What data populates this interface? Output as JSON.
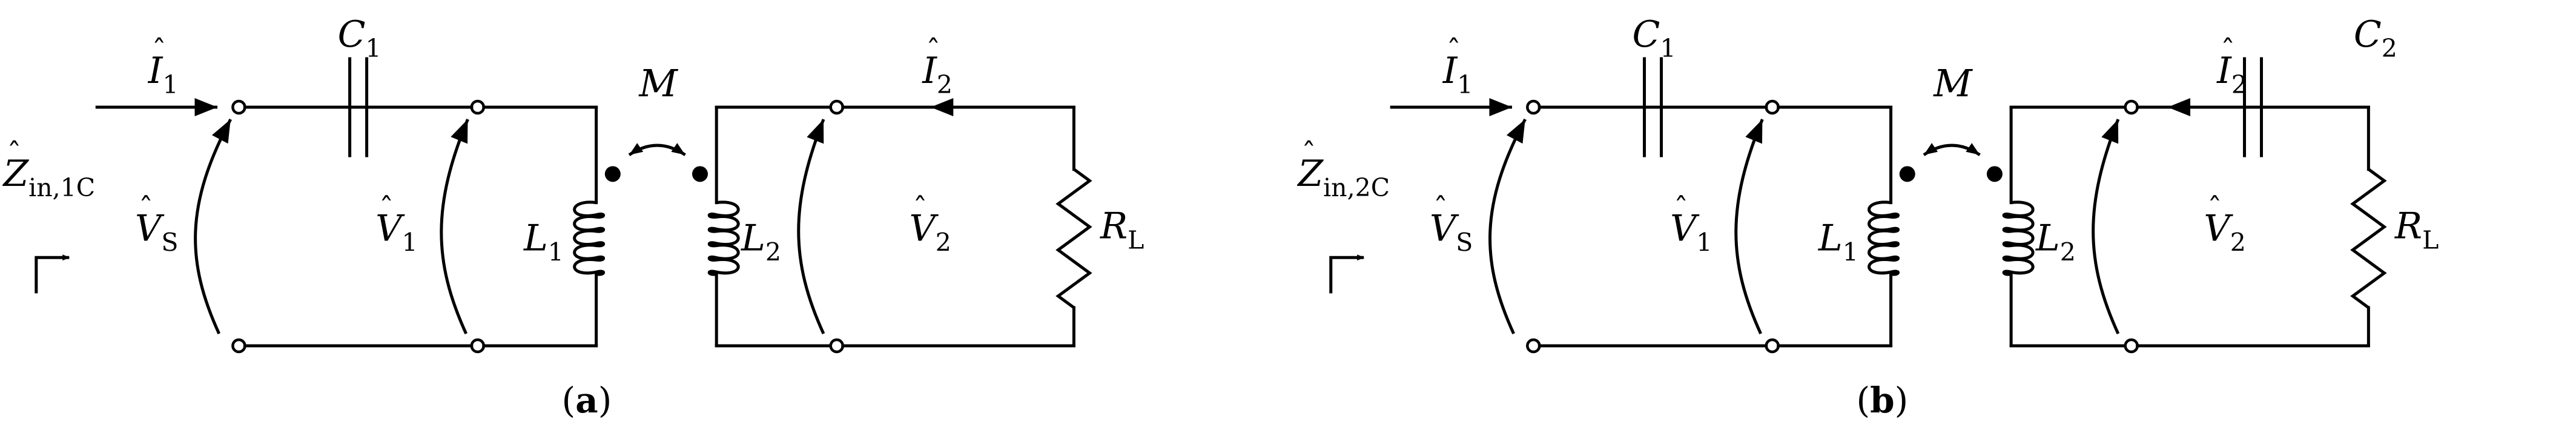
{
  "circuits": [
    {
      "id": "a",
      "caption_open": "(",
      "caption_letter": "a",
      "caption_close": ")",
      "input_current": {
        "sym": "I",
        "sub": "1"
      },
      "source_voltage": {
        "sym": "V",
        "sub": "S"
      },
      "impedance": {
        "sym": "Z",
        "sub": "in,1C"
      },
      "cap1": {
        "sym": "C",
        "sub": "1"
      },
      "cap2": null,
      "mutual": "M",
      "v1": {
        "sym": "V",
        "sub": "1"
      },
      "l1": {
        "sym": "L",
        "sub": "1"
      },
      "l2": {
        "sym": "L",
        "sub": "2"
      },
      "v2": {
        "sym": "V",
        "sub": "2"
      },
      "i2": {
        "sym": "I",
        "sub": "2"
      },
      "load": {
        "sym": "R",
        "sub": "L"
      }
    },
    {
      "id": "b",
      "caption_open": "(",
      "caption_letter": "b",
      "caption_close": ")",
      "input_current": {
        "sym": "I",
        "sub": "1"
      },
      "source_voltage": {
        "sym": "V",
        "sub": "S"
      },
      "impedance": {
        "sym": "Z",
        "sub": "in,2C"
      },
      "cap1": {
        "sym": "C",
        "sub": "1"
      },
      "cap2": {
        "sym": "C",
        "sub": "2"
      },
      "mutual": "M",
      "v1": {
        "sym": "V",
        "sub": "1"
      },
      "l1": {
        "sym": "L",
        "sub": "1"
      },
      "l2": {
        "sym": "L",
        "sub": "2"
      },
      "v2": {
        "sym": "V",
        "sub": "2"
      },
      "i2": {
        "sym": "I",
        "sub": "2"
      },
      "load": {
        "sym": "R",
        "sub": "L"
      }
    }
  ]
}
